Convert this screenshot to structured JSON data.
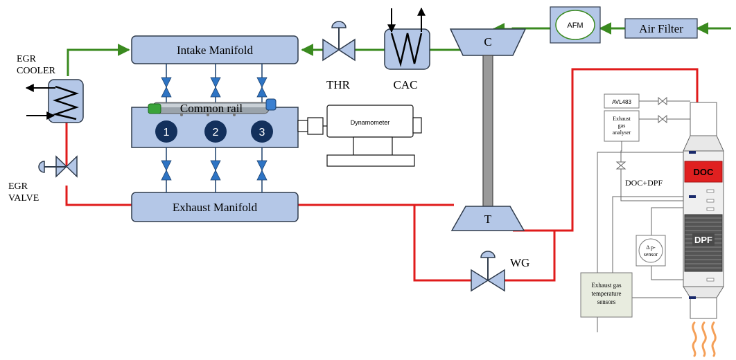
{
  "labels": {
    "intake_manifold": "Intake Manifold",
    "exhaust_manifold": "Exhaust Manifold",
    "common_rail": "Common rail",
    "cyl1": "1",
    "cyl2": "2",
    "cyl3": "3",
    "dynamometer": "Dynamometer",
    "egr_cooler_line1": "EGR",
    "egr_cooler_line2": "COOLER",
    "egr_valve_line1": "EGR",
    "egr_valve_line2": "VALVE",
    "thr": "THR",
    "cac": "CAC",
    "compressor": "C",
    "turbine": "T",
    "afm": "AFM",
    "air_filter": "Air Filter",
    "wg": "WG",
    "avl": "AVL483",
    "analyser_l1": "Exhaust",
    "analyser_l2": "gas",
    "analyser_l3": "analyser",
    "doc_dpf": "DOC+DPF",
    "doc": "DOC",
    "dpf": "DPF",
    "dp_l1": "Δ p-",
    "dp_l2": "sensor",
    "temp_l1": "Exhaust gas",
    "temp_l2": "temperature",
    "temp_l3": "sensors"
  },
  "colors": {
    "block_fill": "#b4c7e7",
    "block_stroke": "#2f3b4c",
    "intake_line": "#3a8a1f",
    "exhaust_line": "#e01b1b",
    "cylinder_fill": "#13305c",
    "valve_blue": "#2e74c4",
    "doc_red": "#e02020",
    "dpf_gray": "#4a4a4a",
    "aftertreat_frame": "#555555"
  }
}
